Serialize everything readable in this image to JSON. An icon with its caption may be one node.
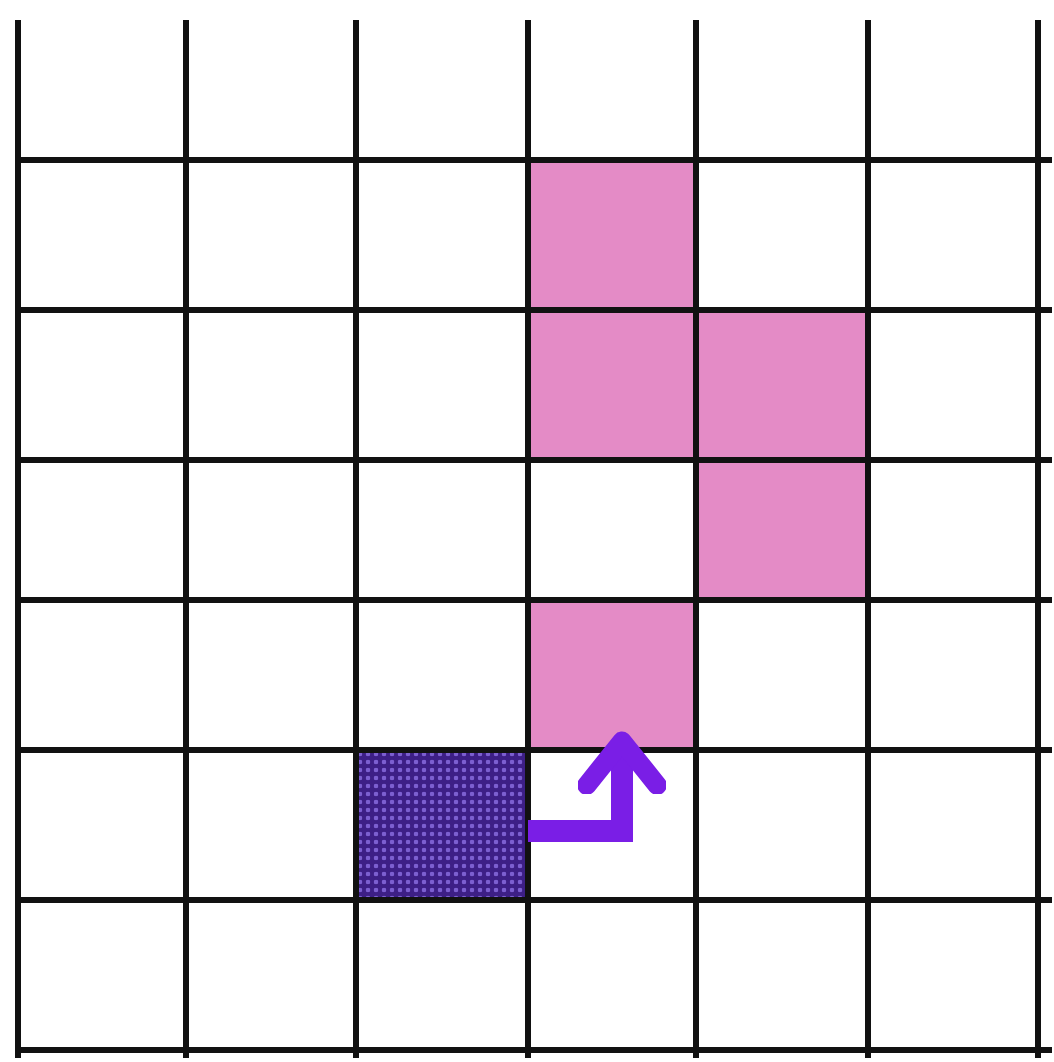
{
  "diagram": {
    "nodes": [
      {
        "text": [],
        "shape": "box"
      },
      {
        "text": [],
        "shape": "box"
      },
      {
        "text": [],
        "shape": "box"
      },
      {
        "text": [],
        "shape": "box"
      },
      {
        "text": [],
        "shape": "box"
      },
      {
        "text": [],
        "shape": "box"
      }
    ],
    "edges": [
      {
        "from": 5,
        "to": 4,
        "arrow": "to"
      }
    ]
  }
}
